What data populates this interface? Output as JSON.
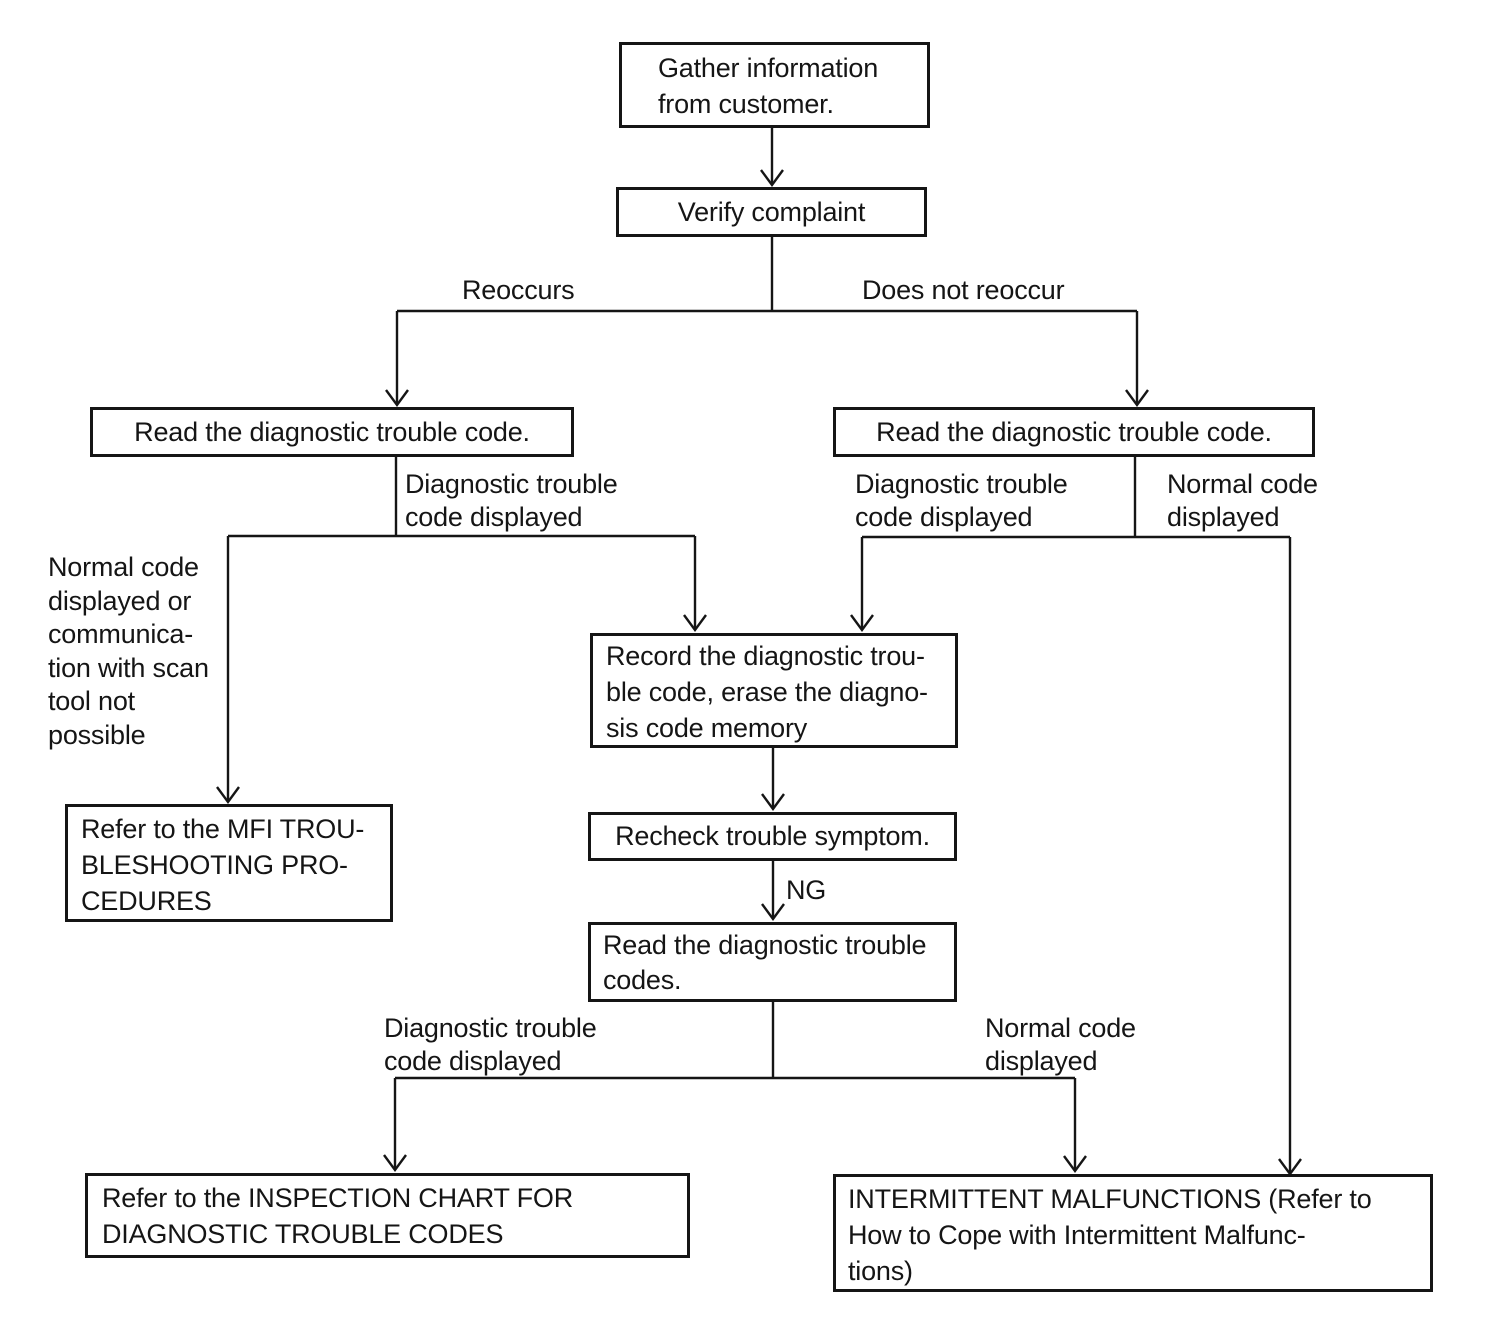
{
  "page": {
    "background": "#ffffff",
    "ink": "#151515",
    "description": "Scanned service-manual diagnostic troubleshooting flowchart"
  },
  "nodes": {
    "gather": {
      "lines": [
        "Gather information",
        "from customer."
      ]
    },
    "verify": {
      "lines": [
        "Verify complaint"
      ]
    },
    "read_left": {
      "lines": [
        "Read the diagnostic trouble code."
      ]
    },
    "read_right": {
      "lines": [
        "Read the diagnostic trouble code."
      ]
    },
    "record": {
      "lines": [
        "Record the diagnostic trou-",
        "ble code, erase the diagno-",
        "sis code memory"
      ]
    },
    "recheck": {
      "lines": [
        "Recheck trouble symptom."
      ]
    },
    "read_codes": {
      "lines": [
        "Read the diagnostic trouble",
        "codes."
      ]
    },
    "mfi": {
      "lines": [
        "Refer to the MFI TROU-",
        "BLESHOOTING PRO-",
        "CEDURES"
      ]
    },
    "inspection": {
      "lines": [
        "Refer to the INSPECTION CHART FOR",
        "DIAGNOSTIC TROUBLE CODES"
      ]
    },
    "intermittent": {
      "lines": [
        "INTERMITTENT MALFUNCTIONS (Refer to",
        "How to Cope with Intermittent Malfunc-",
        "tions)"
      ]
    }
  },
  "edge_labels": {
    "reoccurs": "Reoccurs",
    "does_not_reoccur": "Does not reoccur",
    "dtc_displayed_left": {
      "lines": [
        "Diagnostic trouble",
        "code displayed"
      ]
    },
    "dtc_displayed_right": {
      "lines": [
        "Diagnostic trouble",
        "code displayed"
      ]
    },
    "normal_code_top": {
      "lines": [
        "Normal code",
        "displayed"
      ]
    },
    "normal_or_comm": {
      "lines": [
        "Normal code",
        "displayed or",
        "communica-",
        "tion with scan",
        "tool not",
        "possible"
      ]
    },
    "ng": "NG",
    "dtc_displayed_bottom": {
      "lines": [
        "Diagnostic trouble",
        "code displayed"
      ]
    },
    "normal_code_bottom": {
      "lines": [
        "Normal code",
        "displayed"
      ]
    }
  }
}
